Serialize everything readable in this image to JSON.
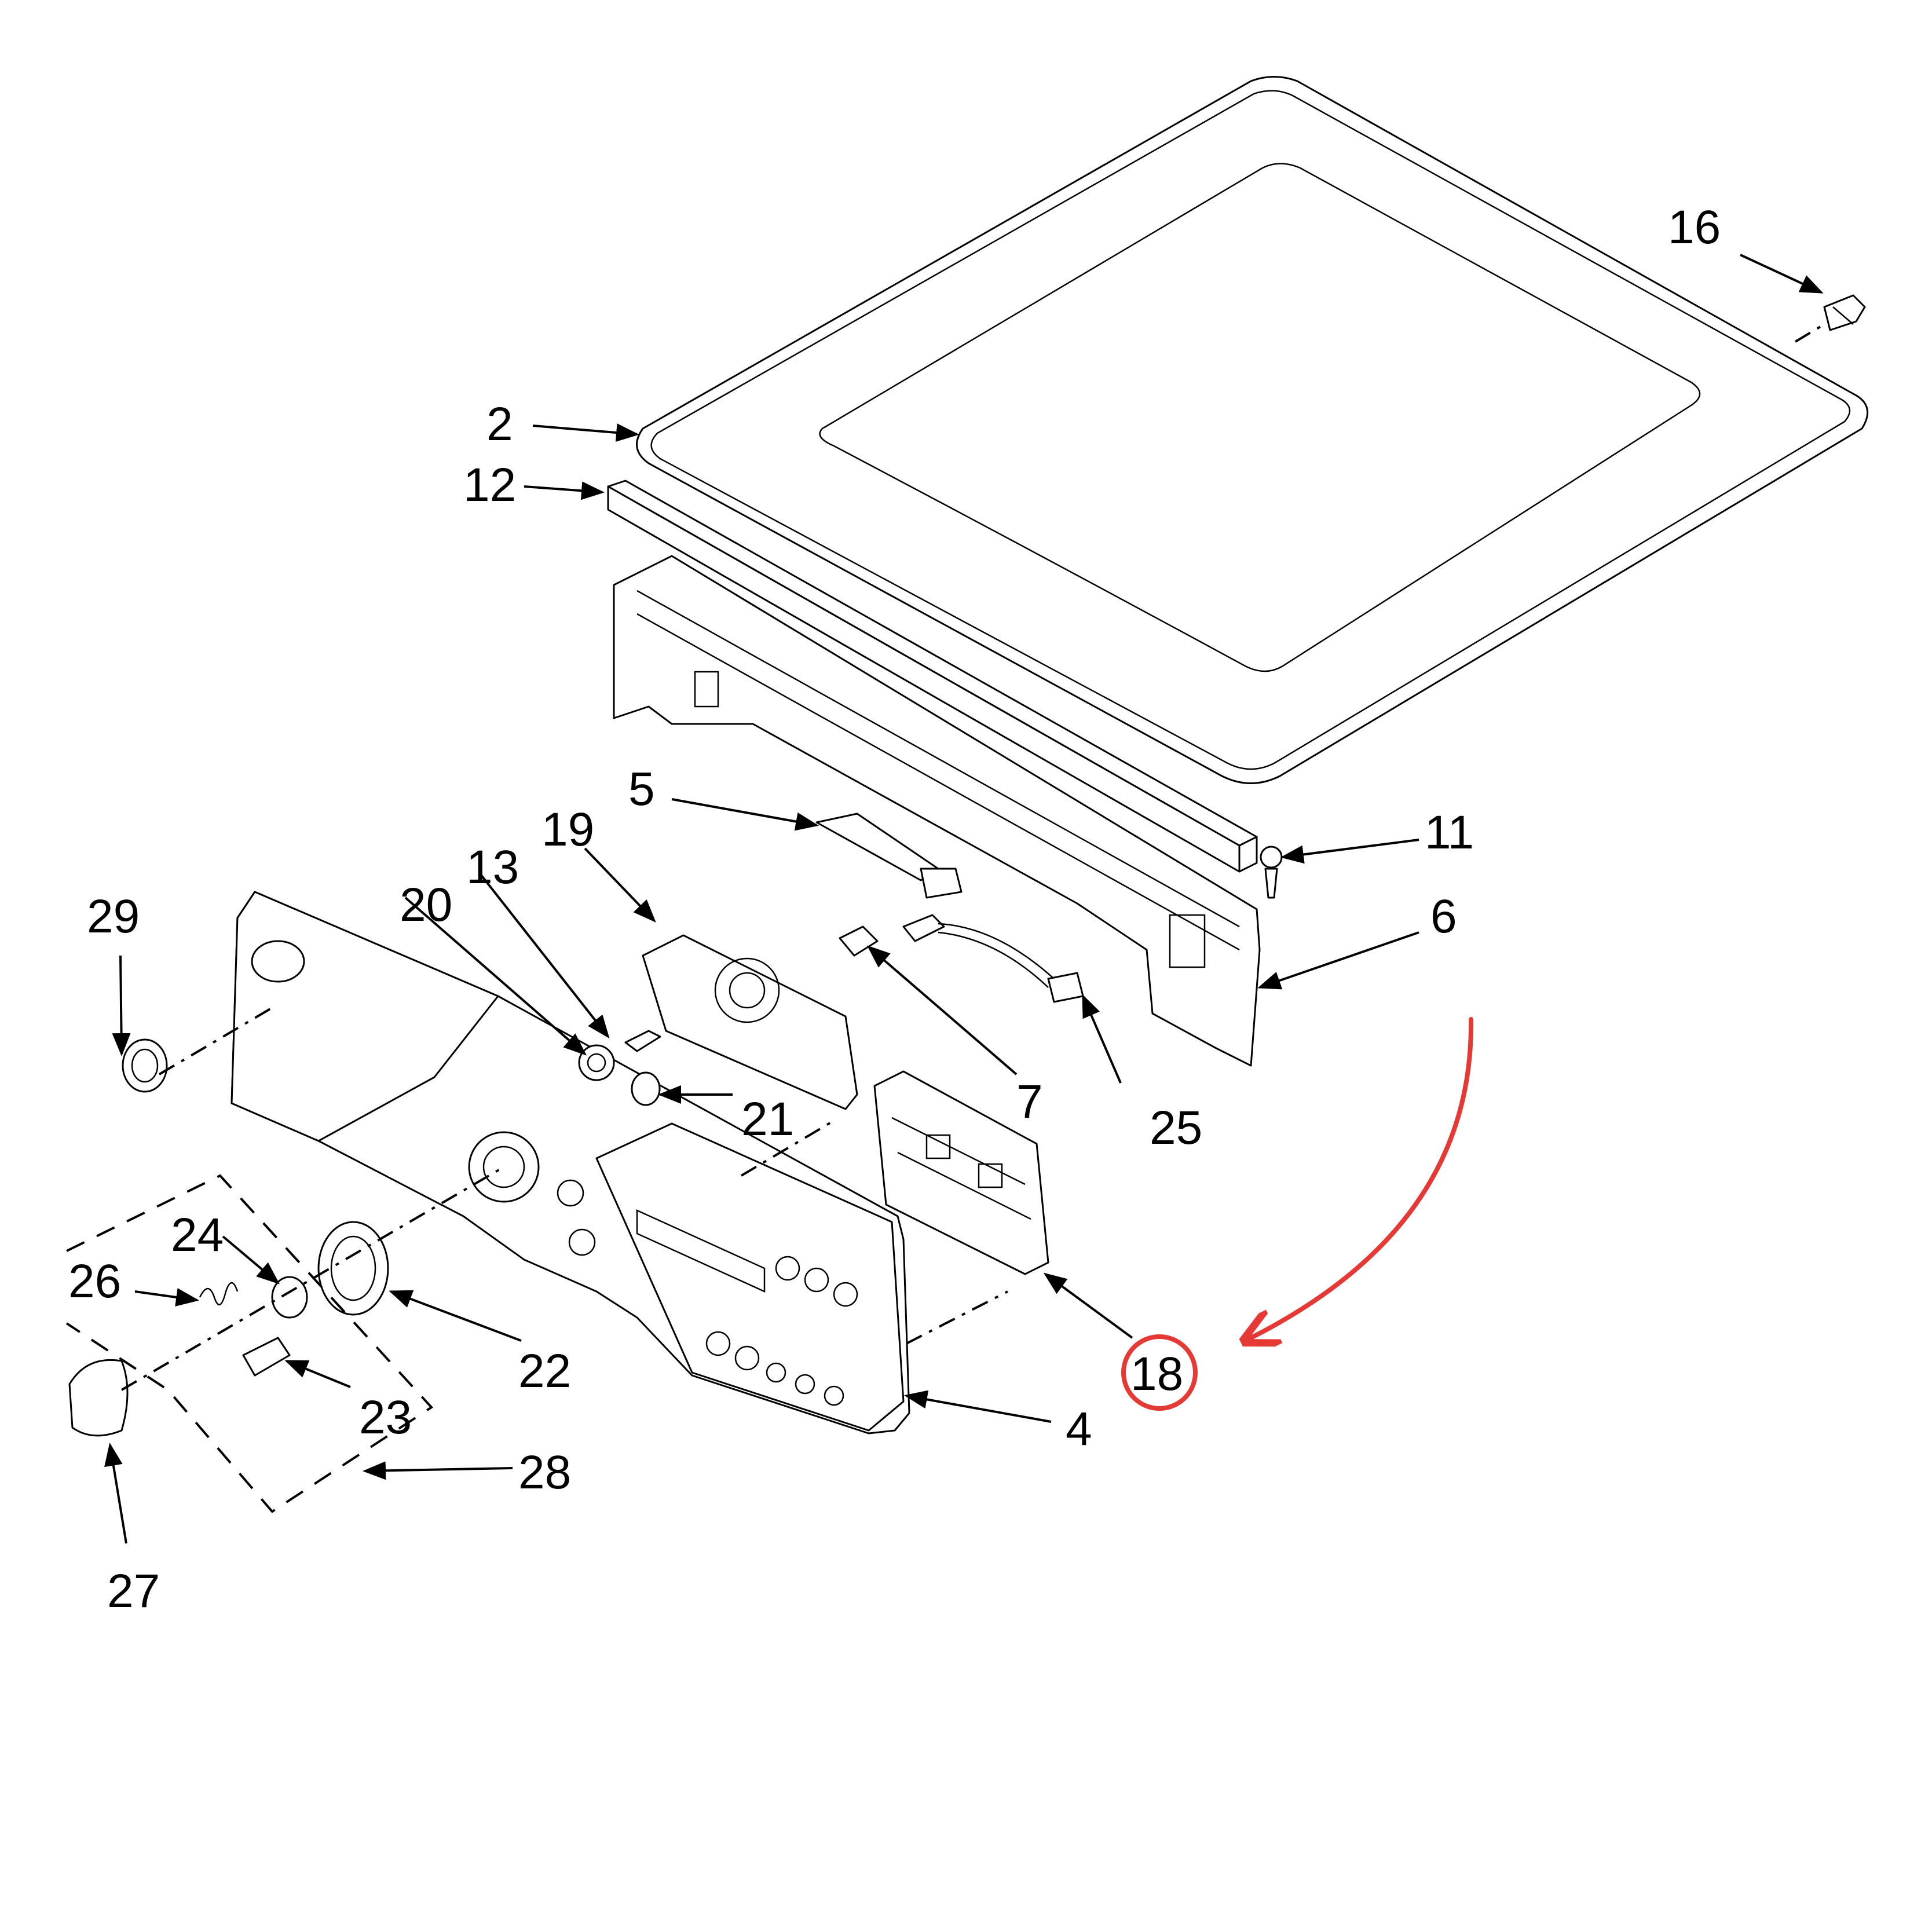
{
  "callouts": {
    "c2": "2",
    "c4": "4",
    "c5": "5",
    "c6": "6",
    "c7": "7",
    "c11": "11",
    "c12": "12",
    "c13": "13",
    "c16": "16",
    "c18": "18",
    "c19": "19",
    "c20": "20",
    "c21": "21",
    "c22": "22",
    "c23": "23",
    "c24": "24",
    "c25": "25",
    "c26": "26",
    "c27": "27",
    "c28": "28",
    "c29": "29"
  },
  "highlight": {
    "part": "18",
    "color": "#e53935"
  }
}
